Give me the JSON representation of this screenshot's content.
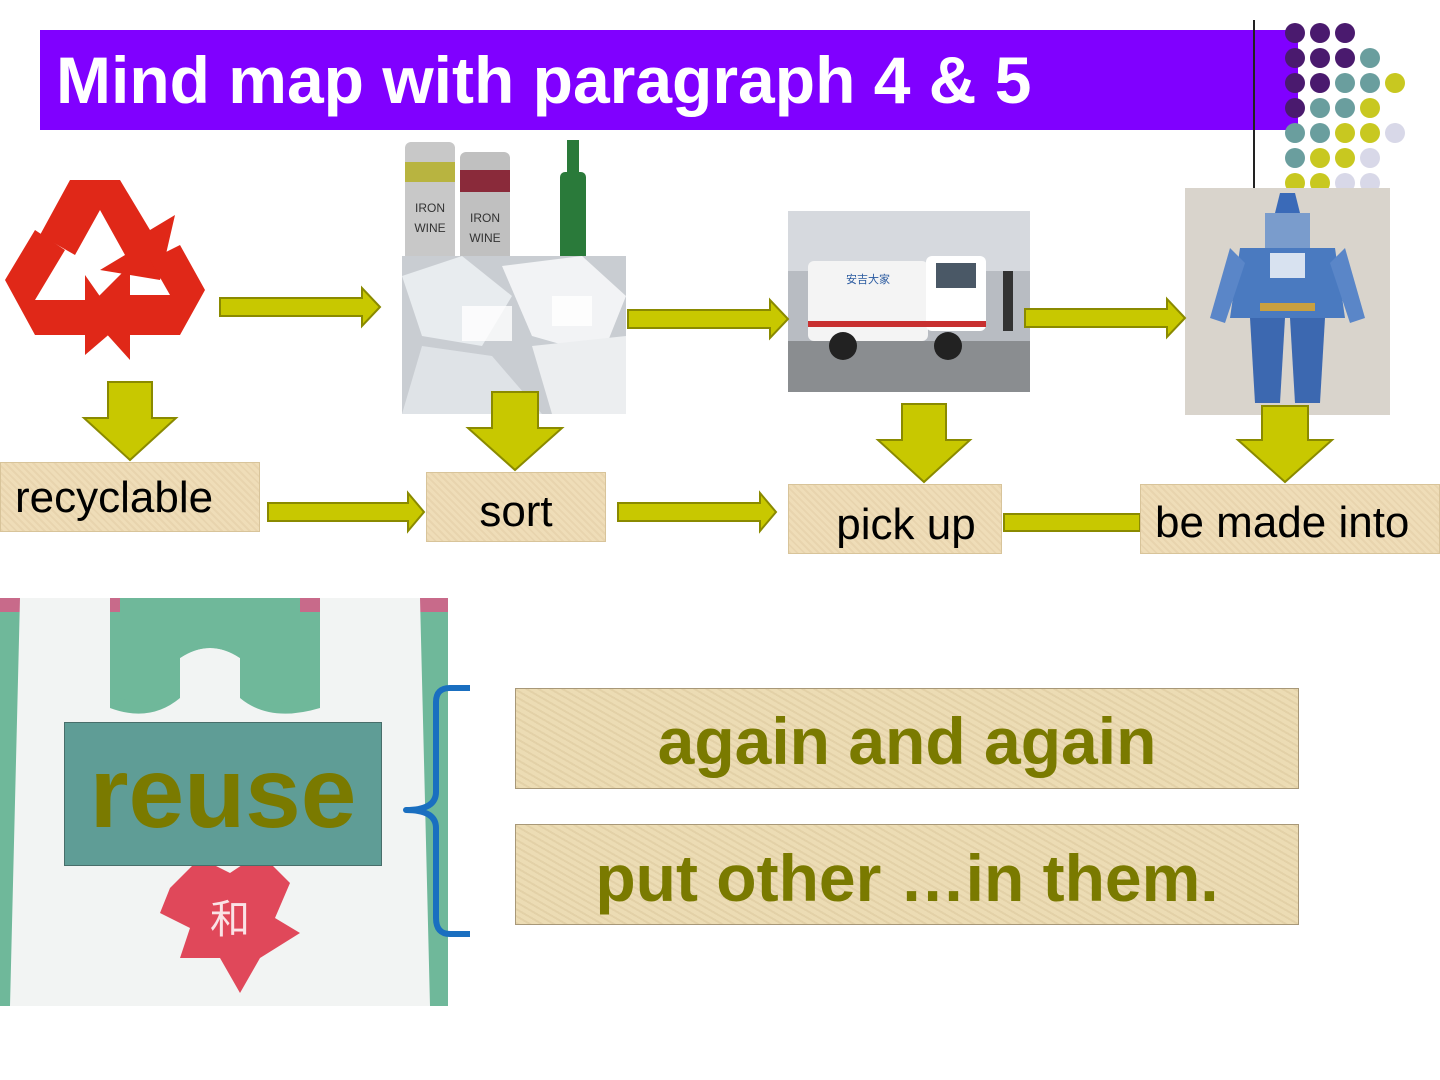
{
  "title": "Mind map with paragraph 4 & 5",
  "flow_labels": {
    "recyclable": "recyclable",
    "sort": "sort",
    "pick_up": "pick up",
    "be_made_into": "be made into"
  },
  "reuse": {
    "word": "reuse",
    "items": [
      "again and again",
      "put other …in them."
    ]
  },
  "photos": {
    "cans": [
      "IRON",
      "WINE"
    ],
    "truck": "安吉大家",
    "bag_char": "和"
  },
  "colors": {
    "title_bg": "#8000ff",
    "arrow": "#c8c800",
    "label_bg": "#efddb8",
    "reuse_box": "#5f9d96",
    "text_olive": "#7a7a00",
    "brace": "#1a6fc0"
  }
}
